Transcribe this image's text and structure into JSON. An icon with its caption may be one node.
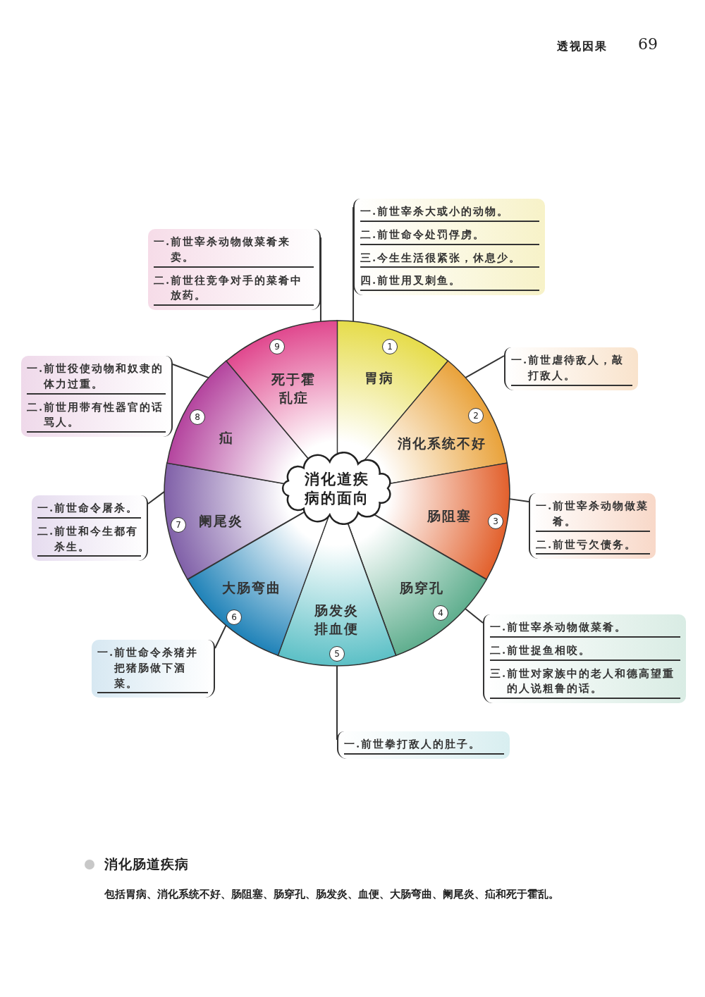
{
  "diagram": {
    "nodes": [
      {
        "text": [
          "消化道疾病的面向"
        ]
      },
      {
        "text": [
          "1",
          "胃病"
        ]
      },
      {
        "text": [
          "2",
          "消化系统不好"
        ]
      },
      {
        "text": [
          "肠阻塞",
          "3"
        ]
      },
      {
        "text": [
          "肠穿孔",
          "4"
        ]
      },
      {
        "text": [
          "肠发炎排血便",
          "5"
        ]
      },
      {
        "text": [
          "大肠弯曲",
          "6"
        ]
      },
      {
        "text": [
          "7",
          "阑尾炎"
        ]
      },
      {
        "text": [
          "8",
          "疝"
        ]
      },
      {
        "text": [
          "9",
          "死于霍乱症"
        ]
      },
      {
        "text": [
          "一.前世宰杀大或小的动物。",
          "二.前世命令处罚俘虏。",
          "三.今生生活很紧张，休息少。",
          "四.前世用叉刺鱼。"
        ]
      },
      {
        "text": [
          "一.前世虐待敌人，敲打敌人。"
        ]
      },
      {
        "text": [
          "一.前世宰杀动物做菜肴。",
          "二.前世亏欠债务。"
        ]
      },
      {
        "text": [
          "一.前世宰杀动物做菜肴。",
          "二.前世捉鱼相咬。",
          "三.前世对家族中的老人和德高望重的人说粗鲁的话。"
        ]
      },
      {
        "text": [
          "一.前世拳打敌人的肚子。"
        ]
      },
      {
        "text": [
          "一.前世命令杀猪并把猪肠做下酒菜。"
        ]
      },
      {
        "text": [
          "一.前世命令屠杀。",
          "二.前世和今生都有杀生。"
        ]
      },
      {
        "text": [
          "一.前世役使动物和奴隶的体力过重。",
          "二.前世用带有性器官的话骂人。"
        ]
      },
      {
        "text": [
          "一.前世宰杀动物做菜肴来卖。",
          "二.前世往竞争对手的菜肴中放药。"
        ]
      }
    ],
    "edges": [
      {
        "from": 1,
        "to": 10,
        "arrow": "none"
      },
      {
        "from": 2,
        "to": 11,
        "arrow": "none"
      },
      {
        "from": 3,
        "to": 12,
        "arrow": "none"
      },
      {
        "from": 4,
        "to": 13,
        "arrow": "none"
      },
      {
        "from": 5,
        "to": 14,
        "arrow": "none"
      },
      {
        "from": 6,
        "to": 15,
        "arrow": "none"
      },
      {
        "from": 7,
        "to": 16,
        "arrow": "none"
      },
      {
        "from": 8,
        "to": 17,
        "arrow": "none"
      },
      {
        "from": 9,
        "to": 18,
        "arrow": "none"
      }
    ],
    "labels": [
      "透视因果",
      "69",
      "消化肠道疾病",
      "包括胃病、消化系统不好、肠阻塞、肠穿孔、肠发炎、血便、大肠弯曲、阑尾炎、疝和死于霍乱。"
    ]
  }
}
